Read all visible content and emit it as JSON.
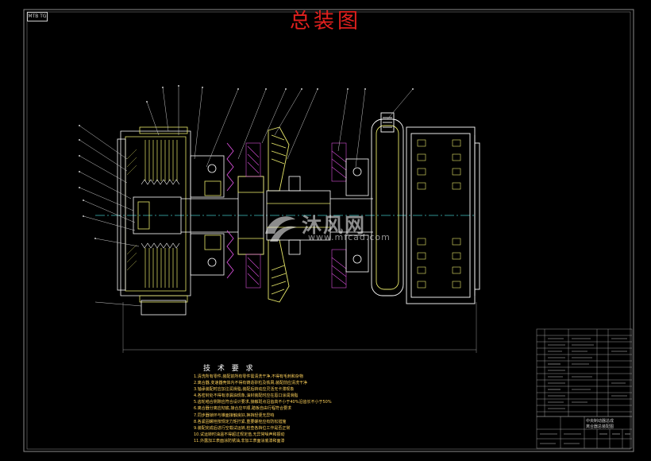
{
  "drawing": {
    "title": "总装图",
    "corner_label": "MTB TG",
    "tech_requirements_title": "技 术 要 求",
    "tech_requirements": [
      "1.清洗所有零件,装配前所有零件需清洗干净,不得有毛刺和杂物",
      "2.离合器,变速器壳体内不得有铸造砂粒及铁屑,装配前应清洗干净",
      "3.轴承装配时应加注润滑脂,装配后转动应灵活无卡滞现象",
      "4.各密封处不得有渗漏油现象,油封装配时应在唇口涂润滑脂",
      "5.齿轮啮合侧隙应符合设计要求,接触斑点沿齿高不小于40%沿齿长不小于50%",
      "6.离合器分离应彻底,接合应平顺,踏板自由行程符合要求",
      "7.同步器锁环与锥面接触良好,换挡轻便无异响",
      "8.各紧固螺栓按规定力矩拧紧,重要螺栓应有防松措施",
      "9.装配完成后进行空载试运转,检查各挡位工作是否正常",
      "10.试运转时油温不得超过规定值,无异常噪声和振动",
      "11.外露加工表面涂防锈油,非加工表面涂底漆和面漆"
    ],
    "title_block": {
      "drawing_name_line1": "中央制动器总成",
      "drawing_name_line2": "离合器总装配图"
    }
  },
  "watermark": {
    "brand": "沐风网",
    "url": "www.mfcad.com"
  },
  "colors": {
    "background": "#000000",
    "title": "#e0201e",
    "outline": "#ffffff",
    "parts": "#e8e86a",
    "parts_alt": "#d9b84a",
    "hatch": "#d64fd8",
    "centerline": "#3fbfbf",
    "leaders": "#c8c8c8",
    "frame": "#8a8a8a",
    "notes": "#ffd25a"
  }
}
